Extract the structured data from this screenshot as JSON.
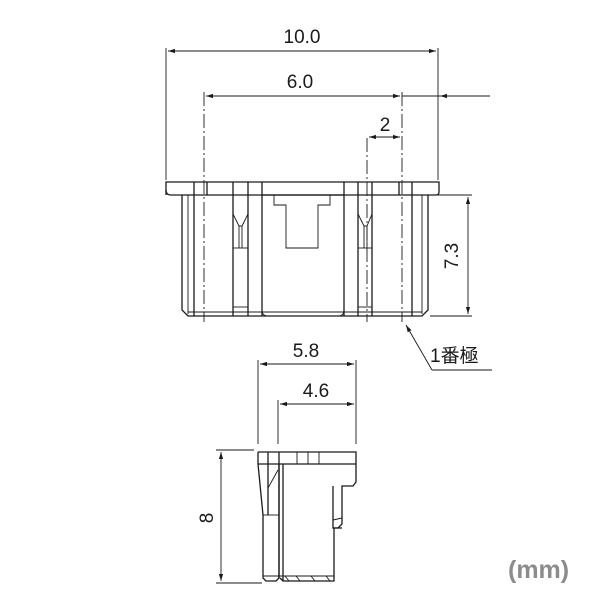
{
  "drawing": {
    "type": "dimension drawing",
    "unit_label": "(mm)",
    "line_color": "#1a1a1a",
    "unit_color": "#8c8c8c"
  },
  "top_view": {
    "dimensions": {
      "overall_width": "10.0",
      "pin_span": "6.0",
      "pitch": "2",
      "height": "7.3"
    },
    "callout": {
      "label": "1番極"
    }
  },
  "side_view": {
    "dimensions": {
      "overall_depth": "5.8",
      "inner_depth": "4.6",
      "height": "8"
    }
  }
}
